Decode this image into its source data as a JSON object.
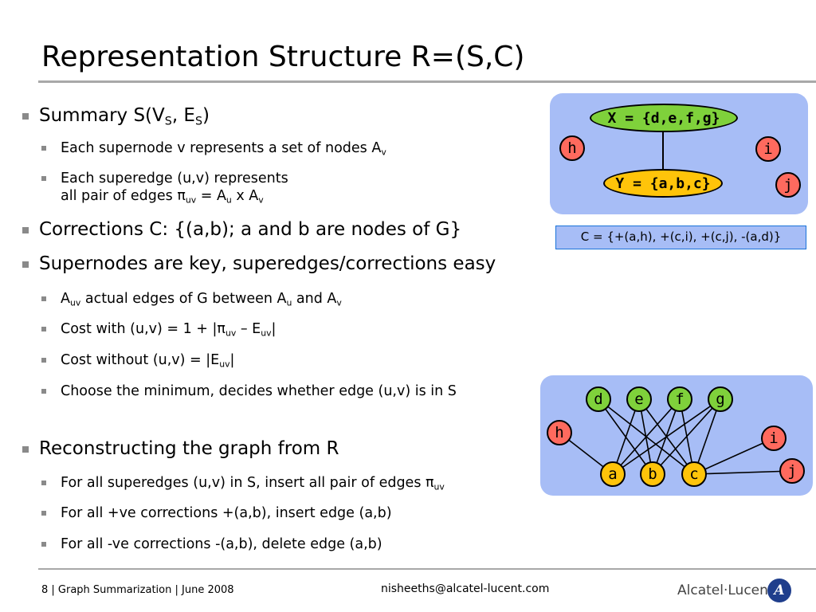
{
  "slide": {
    "title": "Representation Structure R=(S,C)",
    "bullets": {
      "summary": {
        "pre": "Summary S(V",
        "sub1": "S",
        "mid": ", E",
        "sub2": "S",
        "post": ")"
      },
      "supernode": {
        "pre": "Each supernode v represents a set of nodes A",
        "sub1": "v"
      },
      "superedge_line1": "Each superedge (u,v) represents",
      "superedge_line2": {
        "pre": "all pair of edges π",
        "sub1": "uv",
        "mid": " = A",
        "sub2": "u",
        "mid2": " x A",
        "sub3": "v"
      },
      "corrections": "Corrections C: {(a,b); a and b are nodes of G}",
      "key": "Supernodes are key, superedges/corrections easy",
      "actual": {
        "pre": "A",
        "sub1": "uv",
        "mid": " actual edges of G between A",
        "sub2": "u",
        "mid2": " and A",
        "sub3": "v"
      },
      "cost_with": {
        "pre": "Cost with (u,v) = 1 + |π",
        "sub1": "uv",
        "mid": " – E",
        "sub2": "uv",
        "post": "|"
      },
      "cost_without": {
        "pre": "Cost without (u,v) = |E",
        "sub1": "uv",
        "post": "|"
      },
      "choose": "Choose the minimum, decides whether edge (u,v) is in S",
      "reconstruct": "Reconstructing the graph from R",
      "for_superedges": {
        "pre": "For all superedges (u,v) in S, insert all pair of edges π",
        "sub1": "uv"
      },
      "for_pos": "For all +ve corrections +(a,b), insert edge (a,b)",
      "for_neg": "For all -ve corrections -(a,b), delete edge (a,b)"
    }
  },
  "top_diagram": {
    "supernode_x": "X = {d,e,f,g}",
    "supernode_y": "Y = {a,b,c}",
    "node_h": "h",
    "node_i": "i",
    "node_j": "j",
    "corrections": "C = {+(a,h), +(c,i), +(c,j), -(a,d)}"
  },
  "bottom_diagram": {
    "nodes": {
      "d": "d",
      "e": "e",
      "f": "f",
      "g": "g",
      "h": "h",
      "a": "a",
      "b": "b",
      "c": "c",
      "i": "i",
      "j": "j"
    }
  },
  "colors": {
    "panel": "#a7bdf6",
    "node_red": "#ff6a5e",
    "node_yellow": "#ffc40a",
    "node_green": "#7fd13b",
    "corr_border": "#1a73d9"
  },
  "footer": {
    "left": "8  |  Graph Summarization  |  June 2008",
    "center": "nisheeths@alcatel-lucent.com",
    "logo_text": "Alcatel·Lucent",
    "logo_icon": "alcatel-lucent-logo-icon"
  }
}
